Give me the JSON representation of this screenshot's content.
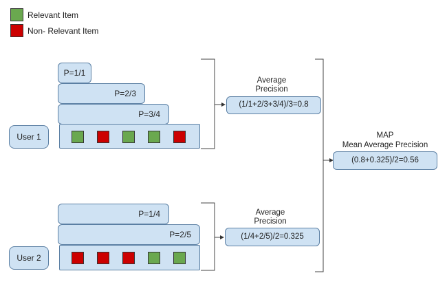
{
  "colors": {
    "relevant": "#6aa84f",
    "nonrelevant": "#cc0000",
    "box_fill": "#cfe2f3",
    "box_border": "#5b7fa3"
  },
  "legend": {
    "relevant_label": "Relevant Item",
    "nonrelevant_label": "Non- Relevant Item"
  },
  "user1": {
    "label": "User 1",
    "precisions": [
      "P=1/1",
      "P=2/3",
      "P=3/4"
    ],
    "items": [
      "relevant",
      "nonrelevant",
      "relevant",
      "relevant",
      "nonrelevant"
    ],
    "ap_title": "Average\nPrecision",
    "ap_formula": "(1/1+2/3+3/4)/3=0.8"
  },
  "user2": {
    "label": "User 2",
    "precisions": [
      "P=1/4",
      "P=2/5"
    ],
    "items": [
      "nonrelevant",
      "nonrelevant",
      "nonrelevant",
      "relevant",
      "relevant"
    ],
    "ap_title": "Average\nPrecision",
    "ap_formula": "(1/4+2/5)/2=0.325"
  },
  "map": {
    "title": "MAP",
    "subtitle": "Mean Average Precision",
    "formula": "(0.8+0.325)/2=0.56"
  }
}
